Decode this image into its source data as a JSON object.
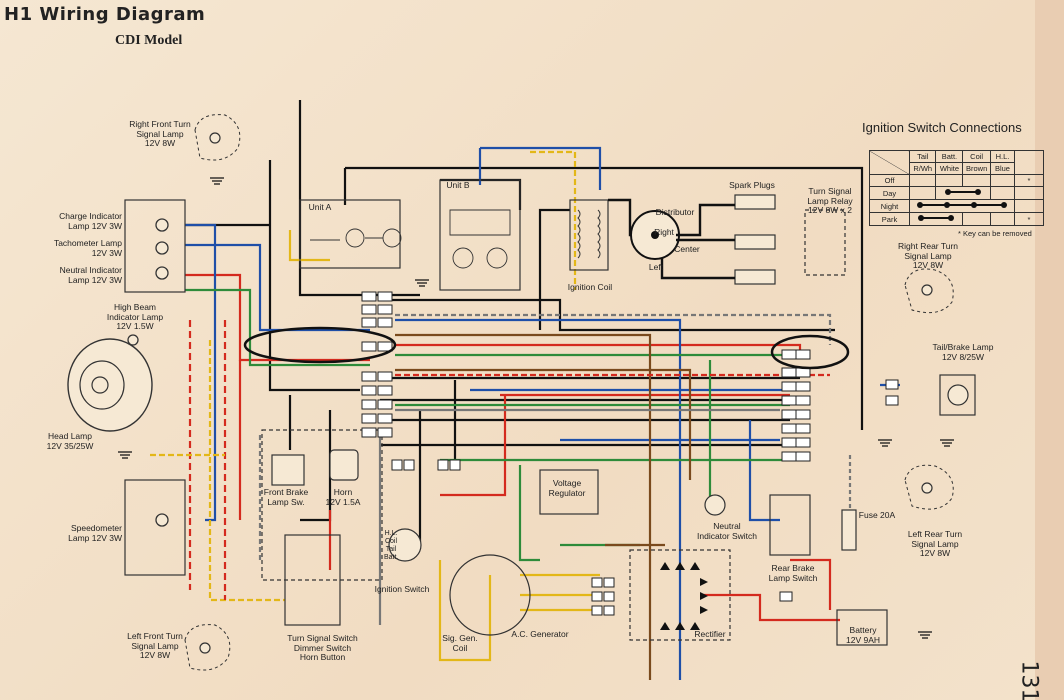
{
  "header": {
    "title": "H1 Wiring Diagram",
    "subtitle": "CDI Model"
  },
  "page_number": "131",
  "components": {
    "right_front_turn": "Right Front Turn\nSignal Lamp\n12V 8W",
    "charge_indicator": "Charge Indicator\nLamp 12V 3W",
    "tachometer_lamp": "Tachometer Lamp\n12V 3W",
    "neutral_indicator": "Neutral Indicator\nLamp 12V 3W",
    "high_beam": "High Beam\nIndicator Lamp\n12V 1.5W",
    "head_lamp": "Head Lamp\n12V 35/25W",
    "speedometer": "Speedometer\nLamp 12V 3W",
    "left_front_turn": "Left Front Turn\nSignal Lamp\n12V 8W",
    "unit_a": "Unit A",
    "unit_b": "Unit B",
    "ignition_coil": "Ignition Coil",
    "distributor": "Distributor",
    "dist_right": "Right",
    "dist_center": "Center",
    "dist_left": "Left",
    "spark_plugs": "Spark Plugs",
    "turn_signal_relay": "Turn Signal\nLamp Relay\n12V 8W x 2",
    "right_rear_turn": "Right Rear Turn\nSignal Lamp\n12V 8W",
    "tail_brake": "Tail/Brake Lamp\n12V 8/25W",
    "front_brake_sw": "Front Brake\nLamp Sw.",
    "horn": "Horn\n12V 1.5A",
    "ignition_switch": "Ignition Switch",
    "voltage_regulator": "Voltage\nRegulator",
    "neutral_switch": "Neutral\nIndicator Switch",
    "rear_brake_sw": "Rear Brake\nLamp Switch",
    "fuse": "Fuse 20A",
    "left_rear_turn": "Left Rear Turn\nSignal Lamp\n12V 8W",
    "handlebar_switch": "Turn Signal Switch\nDimmer Switch\nHorn Button",
    "sig_gen_coil": "Sig. Gen.\nCoil",
    "ac_generator": "A.C. Generator",
    "rectifier": "Rectifier",
    "battery": "Battery\n12V 9AH",
    "ign_sw_terms": "H.L.\nCoil\nTail\nBatt."
  },
  "ignition_table": {
    "title": "Ignition Switch Connections",
    "header_top": [
      "",
      "Tail",
      "Batt.",
      "Coil",
      "H.L."
    ],
    "header_bottom": [
      "",
      "R/Wh",
      "White",
      "Brown",
      "Blue"
    ],
    "rows": [
      "Off",
      "Day",
      "Night",
      "Park"
    ],
    "note": "* Key can be removed"
  },
  "wire_colors": {
    "red": "#d42a1e",
    "blue": "#1f4fa8",
    "green": "#2e8b3a",
    "yellow": "#e3b718",
    "black": "#111111",
    "brown": "#7a4a1d",
    "gray": "#8a8a8a",
    "white_trace": "#f7f2e8"
  }
}
